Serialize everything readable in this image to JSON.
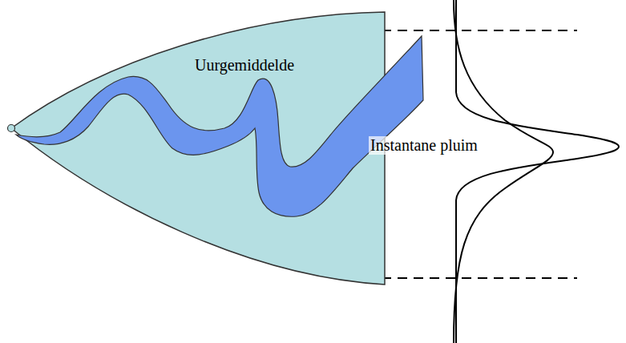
{
  "diagram": {
    "nodes": [
      {
        "text": [
          "Uurgemiddelde"
        ]
      },
      {
        "text": [
          "Instantane pluim"
        ],
        "in": 0
      }
    ]
  }
}
